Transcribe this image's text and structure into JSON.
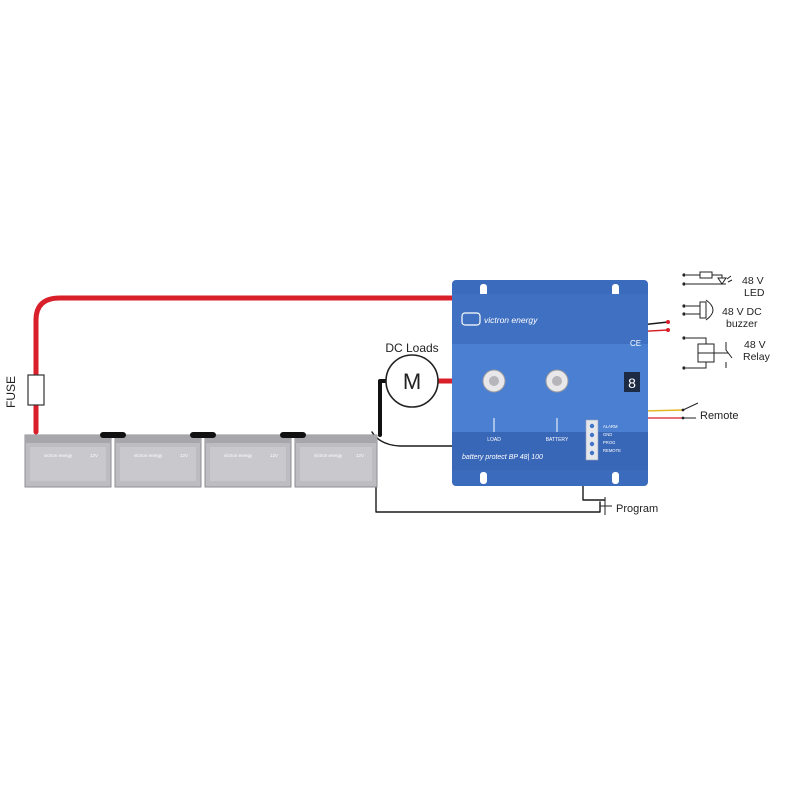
{
  "labels": {
    "fuse": "FUSE",
    "dc_loads": "DC Loads",
    "motor": "M",
    "led": [
      "48 V",
      "LED"
    ],
    "buzzer": [
      "48 V DC",
      "buzzer"
    ],
    "relay": [
      "48 V",
      "Relay"
    ],
    "remote": "Remote",
    "program": "Program"
  },
  "device": {
    "brand": "victron energy",
    "model": "battery protect BP 48| 100",
    "load_terminal": "LOAD",
    "battery_terminal": "BATTERY",
    "ce_mark": "CE",
    "display": "8",
    "connector_labels": [
      "ALARM",
      "GND",
      "PROG",
      "REMOTE"
    ]
  },
  "batteries": {
    "count": 4,
    "brand": "victron energy",
    "spec": "12V"
  },
  "colors": {
    "device_blue": "#3f73c7",
    "positive_wire": "#d81f2a",
    "signal_wire": "#1a1a1a",
    "battery_gray": "#b9b9bd"
  }
}
